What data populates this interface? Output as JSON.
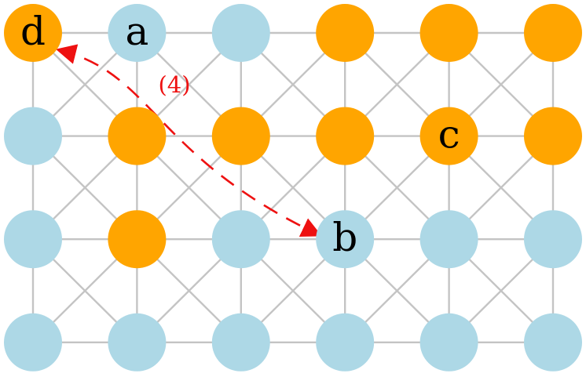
{
  "grid": {
    "rows": 4,
    "cols": 6,
    "colors": {
      "blue": "#add8e6",
      "orange": "#ffa500",
      "edge": "#c4c4c4"
    },
    "node_colors": [
      [
        "orange",
        "blue",
        "blue",
        "orange",
        "orange",
        "orange"
      ],
      [
        "blue",
        "orange",
        "orange",
        "orange",
        "orange",
        "orange"
      ],
      [
        "blue",
        "orange",
        "blue",
        "blue",
        "blue",
        "blue"
      ],
      [
        "blue",
        "blue",
        "blue",
        "blue",
        "blue",
        "blue"
      ]
    ]
  },
  "labels": [
    {
      "row": 0,
      "col": 0,
      "text": "d"
    },
    {
      "row": 0,
      "col": 1,
      "text": "a"
    },
    {
      "row": 1,
      "col": 4,
      "text": "c"
    },
    {
      "row": 2,
      "col": 3,
      "text": "b"
    }
  ],
  "annotation": {
    "from": {
      "row": 2,
      "col": 3
    },
    "to": {
      "row": 0,
      "col": 0
    },
    "label": "(4)",
    "color": "#ee1111"
  }
}
